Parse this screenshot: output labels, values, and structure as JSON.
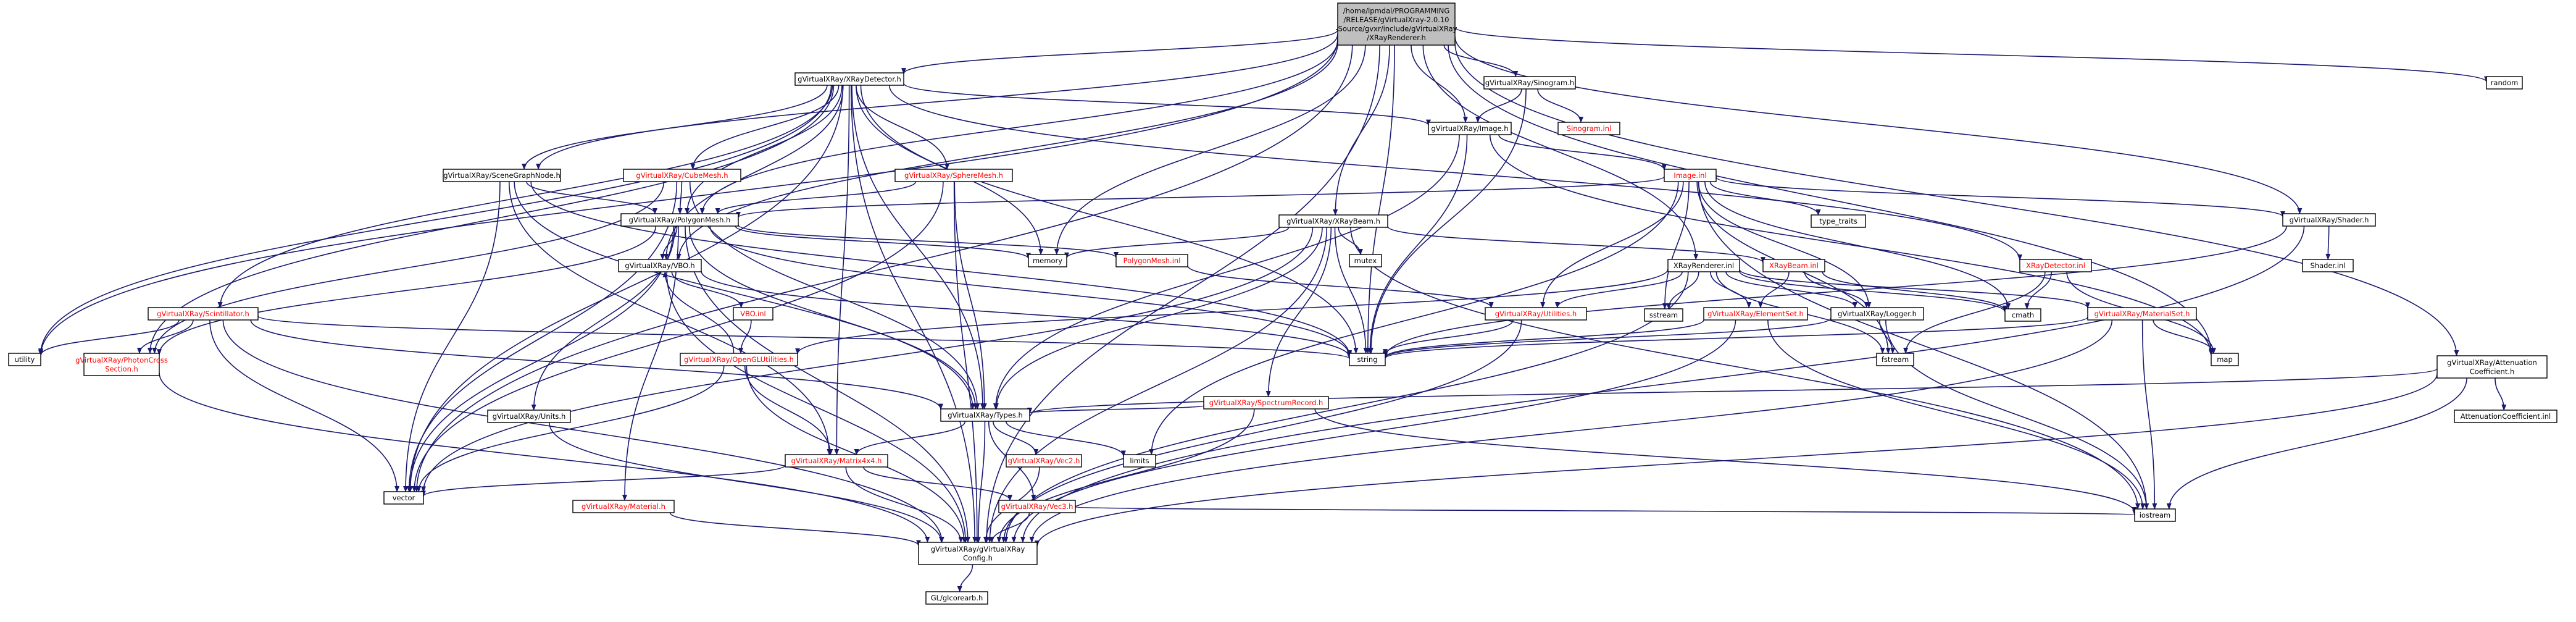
{
  "graph": {
    "colors": {
      "edge": "#191970",
      "node_border": "#000000",
      "red_border": "#ff0000",
      "root_fill": "#bfbfbf",
      "node_fill": "#ffffff",
      "system_border": "#bfbfbf",
      "red_text": "#ff0000"
    },
    "nodes": [
      {
        "id": "root",
        "kind": "root",
        "lines": [
          "/home/lpmdal/PROGRAMMING",
          "/RELEASE/gVirtualXray-2.0.10",
          "-Source/gvxr/include/gVirtualXRay",
          "/XRayRenderer.h"
        ]
      },
      {
        "id": "xraydetector",
        "kind": "normal",
        "lines": [
          "gVirtualXRay/XRayDetector.h"
        ]
      },
      {
        "id": "sinogram",
        "kind": "normal",
        "lines": [
          "gVirtualXRay/Sinogram.h"
        ]
      },
      {
        "id": "random",
        "kind": "system",
        "lines": [
          "random"
        ]
      },
      {
        "id": "sinograminl",
        "kind": "red",
        "lines": [
          "Sinogram.inl"
        ]
      },
      {
        "id": "imageh",
        "kind": "normal",
        "lines": [
          "gVirtualXRay/Image.h"
        ]
      },
      {
        "id": "scenegraph",
        "kind": "normal",
        "lines": [
          "gVirtualXRay/SceneGraphNode.h"
        ]
      },
      {
        "id": "cubemesh",
        "kind": "red",
        "lines": [
          "gVirtualXRay/CubeMesh.h"
        ]
      },
      {
        "id": "spheremesh",
        "kind": "red",
        "lines": [
          "gVirtualXRay/SphereMesh.h"
        ]
      },
      {
        "id": "imageinl",
        "kind": "red",
        "lines": [
          "Image.inl"
        ]
      },
      {
        "id": "polygonmesh",
        "kind": "normal",
        "lines": [
          "gVirtualXRay/PolygonMesh.h"
        ]
      },
      {
        "id": "xraybeam",
        "kind": "normal",
        "lines": [
          "gVirtualXRay/XRayBeam.h"
        ]
      },
      {
        "id": "typetraits",
        "kind": "system",
        "lines": [
          "type_traits"
        ]
      },
      {
        "id": "shaderh",
        "kind": "normal",
        "lines": [
          "gVirtualXRay/Shader.h"
        ]
      },
      {
        "id": "memory",
        "kind": "system",
        "lines": [
          "memory"
        ]
      },
      {
        "id": "mutex",
        "kind": "system",
        "lines": [
          "mutex"
        ]
      },
      {
        "id": "polygonmeshinl",
        "kind": "red",
        "lines": [
          "PolygonMesh.inl"
        ]
      },
      {
        "id": "vboh",
        "kind": "normal",
        "lines": [
          "gVirtualXRay/VBO.h"
        ]
      },
      {
        "id": "xrayrendererinl",
        "kind": "normal",
        "lines": [
          "XRayRenderer.inl"
        ]
      },
      {
        "id": "xraybeaminl",
        "kind": "red",
        "lines": [
          "XRayBeam.inl"
        ]
      },
      {
        "id": "xraydetectorinl",
        "kind": "red",
        "lines": [
          "XRayDetector.inl"
        ]
      },
      {
        "id": "shaderinl",
        "kind": "normal",
        "lines": [
          "Shader.inl"
        ]
      },
      {
        "id": "scintillator",
        "kind": "red",
        "lines": [
          "gVirtualXRay/Scintillator.h"
        ]
      },
      {
        "id": "vboinl",
        "kind": "red",
        "lines": [
          "VBO.inl"
        ]
      },
      {
        "id": "utilities",
        "kind": "red",
        "lines": [
          "gVirtualXRay/Utilities.h"
        ]
      },
      {
        "id": "sstream",
        "kind": "system",
        "lines": [
          "sstream"
        ]
      },
      {
        "id": "elementset",
        "kind": "red",
        "lines": [
          "gVirtualXRay/ElementSet.h"
        ]
      },
      {
        "id": "logger",
        "kind": "normal",
        "lines": [
          "gVirtualXRay/Logger.h"
        ]
      },
      {
        "id": "cmath",
        "kind": "system",
        "lines": [
          "cmath"
        ]
      },
      {
        "id": "materialset",
        "kind": "red",
        "lines": [
          "gVirtualXRay/MaterialSet.h"
        ]
      },
      {
        "id": "utility",
        "kind": "system",
        "lines": [
          "utility"
        ]
      },
      {
        "id": "photoncross",
        "kind": "red",
        "lines": [
          "gVirtualXRay/PhotonCross",
          "Section.h"
        ]
      },
      {
        "id": "opengl",
        "kind": "red",
        "lines": [
          "gVirtualXRay/OpenGLUtilities.h"
        ]
      },
      {
        "id": "string",
        "kind": "system",
        "lines": [
          "string"
        ]
      },
      {
        "id": "fstream",
        "kind": "system",
        "lines": [
          "fstream"
        ]
      },
      {
        "id": "map",
        "kind": "system",
        "lines": [
          "map"
        ]
      },
      {
        "id": "attcoef",
        "kind": "normal",
        "lines": [
          "gVirtualXRay/Attenuation",
          "Coefficient.h"
        ]
      },
      {
        "id": "spectrum",
        "kind": "red",
        "lines": [
          "gVirtualXRay/SpectrumRecord.h"
        ]
      },
      {
        "id": "unitsh",
        "kind": "normal",
        "lines": [
          "gVirtualXRay/Units.h"
        ]
      },
      {
        "id": "typesh",
        "kind": "normal",
        "lines": [
          "gVirtualXRay/Types.h"
        ]
      },
      {
        "id": "attcoefinl",
        "kind": "normal",
        "lines": [
          "AttenuationCoefficient.inl"
        ]
      },
      {
        "id": "limits",
        "kind": "system",
        "lines": [
          "limits"
        ]
      },
      {
        "id": "matrix",
        "kind": "red",
        "lines": [
          "gVirtualXRay/Matrix4x4.h"
        ]
      },
      {
        "id": "vec2",
        "kind": "red",
        "lines": [
          "gVirtualXRay/Vec2.h"
        ]
      },
      {
        "id": "vector",
        "kind": "system",
        "lines": [
          "vector"
        ]
      },
      {
        "id": "materialh",
        "kind": "red",
        "lines": [
          "gVirtualXRay/Material.h"
        ]
      },
      {
        "id": "vec3",
        "kind": "red",
        "lines": [
          "gVirtualXRay/Vec3.h"
        ]
      },
      {
        "id": "iostream",
        "kind": "system",
        "lines": [
          "iostream"
        ]
      },
      {
        "id": "config",
        "kind": "normal",
        "lines": [
          "gVirtualXRay/gVirtualXRay",
          "Config.h"
        ]
      },
      {
        "id": "glcorearb",
        "kind": "system",
        "lines": [
          "GL/glcorearb.h"
        ]
      }
    ],
    "edges": [
      [
        "root",
        "xraydetector"
      ],
      [
        "root",
        "sinogram"
      ],
      [
        "root",
        "random"
      ],
      [
        "root",
        "imageh"
      ],
      [
        "root",
        "scenegraph"
      ],
      [
        "root",
        "polygonmesh"
      ],
      [
        "root",
        "xraybeam"
      ],
      [
        "root",
        "shaderh"
      ],
      [
        "root",
        "memory"
      ],
      [
        "root",
        "vboh"
      ],
      [
        "root",
        "xrayrendererinl"
      ],
      [
        "root",
        "string"
      ],
      [
        "root",
        "map"
      ],
      [
        "root",
        "attcoef"
      ],
      [
        "root",
        "config"
      ],
      [
        "root",
        "vector"
      ],
      [
        "root",
        "utility"
      ],
      [
        "xraydetector",
        "scenegraph"
      ],
      [
        "xraydetector",
        "cubemesh"
      ],
      [
        "xraydetector",
        "spheremesh"
      ],
      [
        "xraydetector",
        "imageh"
      ],
      [
        "xraydetector",
        "polygonmesh"
      ],
      [
        "xraydetector",
        "scintillator"
      ],
      [
        "xraydetector",
        "memory"
      ],
      [
        "xraydetector",
        "vboh"
      ],
      [
        "xraydetector",
        "typesh"
      ],
      [
        "xraydetector",
        "matrix"
      ],
      [
        "xraydetector",
        "vector"
      ],
      [
        "xraydetector",
        "utility"
      ],
      [
        "xraydetector",
        "xraydetectorinl"
      ],
      [
        "xraydetector",
        "config"
      ],
      [
        "xraydetector",
        "photoncross"
      ],
      [
        "xraydetector",
        "string"
      ],
      [
        "sinogram",
        "imageh"
      ],
      [
        "sinogram",
        "sinograminl"
      ],
      [
        "sinogram",
        "string"
      ],
      [
        "imageh",
        "imageinl"
      ],
      [
        "imageh",
        "string"
      ],
      [
        "imageh",
        "typesh"
      ],
      [
        "imageh",
        "map"
      ],
      [
        "imageinl",
        "typetraits"
      ],
      [
        "imageinl",
        "utilities"
      ],
      [
        "imageinl",
        "logger"
      ],
      [
        "imageinl",
        "cmath"
      ],
      [
        "imageinl",
        "fstream"
      ],
      [
        "imageinl",
        "sstream"
      ],
      [
        "imageinl",
        "limits"
      ],
      [
        "imageinl",
        "iostream"
      ],
      [
        "imageinl",
        "polygonmesh"
      ],
      [
        "imageinl",
        "shaderh"
      ],
      [
        "scenegraph",
        "polygonmesh"
      ],
      [
        "scenegraph",
        "matrix"
      ],
      [
        "scenegraph",
        "string"
      ],
      [
        "scenegraph",
        "vector"
      ],
      [
        "scenegraph",
        "typesh"
      ],
      [
        "cubemesh",
        "polygonmesh"
      ],
      [
        "cubemesh",
        "typesh"
      ],
      [
        "cubemesh",
        "vector"
      ],
      [
        "cubemesh",
        "photoncross"
      ],
      [
        "spheremesh",
        "polygonmesh"
      ],
      [
        "spheremesh",
        "typesh"
      ],
      [
        "spheremesh",
        "config"
      ],
      [
        "spheremesh",
        "vector"
      ],
      [
        "polygonmesh",
        "memory"
      ],
      [
        "polygonmesh",
        "vboh"
      ],
      [
        "polygonmesh",
        "polygonmeshinl"
      ],
      [
        "polygonmesh",
        "string"
      ],
      [
        "polygonmesh",
        "vector"
      ],
      [
        "polygonmesh",
        "typesh"
      ],
      [
        "polygonmesh",
        "unitsh"
      ],
      [
        "polygonmesh",
        "materialh"
      ],
      [
        "polygonmesh",
        "photoncross"
      ],
      [
        "polygonmesh",
        "config"
      ],
      [
        "polygonmeshinl",
        "utilities"
      ],
      [
        "vboh",
        "vboinl"
      ],
      [
        "vboh",
        "config"
      ],
      [
        "vboh",
        "string"
      ],
      [
        "vboinl",
        "opengl"
      ],
      [
        "opengl",
        "vboh"
      ],
      [
        "opengl",
        "matrix"
      ],
      [
        "opengl",
        "vector"
      ],
      [
        "opengl",
        "config"
      ],
      [
        "xraybeam",
        "memory"
      ],
      [
        "xraybeam",
        "mutex"
      ],
      [
        "xraybeam",
        "string"
      ],
      [
        "xraybeam",
        "vector"
      ],
      [
        "xraybeam",
        "spectrum"
      ],
      [
        "xraybeam",
        "xraybeaminl"
      ],
      [
        "xraybeam",
        "typesh"
      ],
      [
        "xraybeam",
        "iostream"
      ],
      [
        "xraybeam",
        "config"
      ],
      [
        "xraybeaminl",
        "elementset"
      ],
      [
        "xraybeaminl",
        "logger"
      ],
      [
        "xraybeaminl",
        "cmath"
      ],
      [
        "shaderh",
        "shaderinl"
      ],
      [
        "shaderh",
        "string"
      ],
      [
        "shaderh",
        "config"
      ],
      [
        "xrayrendererinl",
        "utilities"
      ],
      [
        "xrayrendererinl",
        "elementset"
      ],
      [
        "xrayrendererinl",
        "logger"
      ],
      [
        "xrayrendererinl",
        "cmath"
      ],
      [
        "xrayrendererinl",
        "sstream"
      ],
      [
        "xrayrendererinl",
        "materialset"
      ],
      [
        "xrayrendererinl",
        "fstream"
      ],
      [
        "xrayrendererinl",
        "opengl"
      ],
      [
        "xrayrendererinl",
        "config"
      ],
      [
        "xraydetectorinl",
        "cmath"
      ],
      [
        "xraydetectorinl",
        "fstream"
      ],
      [
        "xraydetectorinl",
        "map"
      ],
      [
        "scintillator",
        "typesh"
      ],
      [
        "scintillator",
        "utility"
      ],
      [
        "scintillator",
        "string"
      ],
      [
        "scintillator",
        "vector"
      ],
      [
        "scintillator",
        "photoncross"
      ],
      [
        "scintillator",
        "config"
      ],
      [
        "utilities",
        "string"
      ],
      [
        "utilities",
        "config"
      ],
      [
        "elementset",
        "string"
      ],
      [
        "elementset",
        "iostream"
      ],
      [
        "elementset",
        "config"
      ],
      [
        "logger",
        "string"
      ],
      [
        "logger",
        "fstream"
      ],
      [
        "logger",
        "iostream"
      ],
      [
        "materialset",
        "map"
      ],
      [
        "materialset",
        "iostream"
      ],
      [
        "materialset",
        "config"
      ],
      [
        "materialset",
        "string"
      ],
      [
        "photoncross",
        "config"
      ],
      [
        "attcoef",
        "typesh"
      ],
      [
        "attcoef",
        "attcoefinl"
      ],
      [
        "attcoef",
        "iostream"
      ],
      [
        "attcoef",
        "config"
      ],
      [
        "spectrum",
        "typesh"
      ],
      [
        "spectrum",
        "config"
      ],
      [
        "spectrum",
        "iostream"
      ],
      [
        "unitsh",
        "config"
      ],
      [
        "typesh",
        "config"
      ],
      [
        "typesh",
        "matrix"
      ],
      [
        "typesh",
        "vec2"
      ],
      [
        "typesh",
        "vec3"
      ],
      [
        "typesh",
        "limits"
      ],
      [
        "matrix",
        "vector"
      ],
      [
        "matrix",
        "vec3"
      ],
      [
        "matrix",
        "config"
      ],
      [
        "vec2",
        "config"
      ],
      [
        "vec3",
        "config"
      ],
      [
        "vec3",
        "iostream"
      ],
      [
        "materialh",
        "config"
      ],
      [
        "config",
        "glcorearb"
      ]
    ]
  }
}
